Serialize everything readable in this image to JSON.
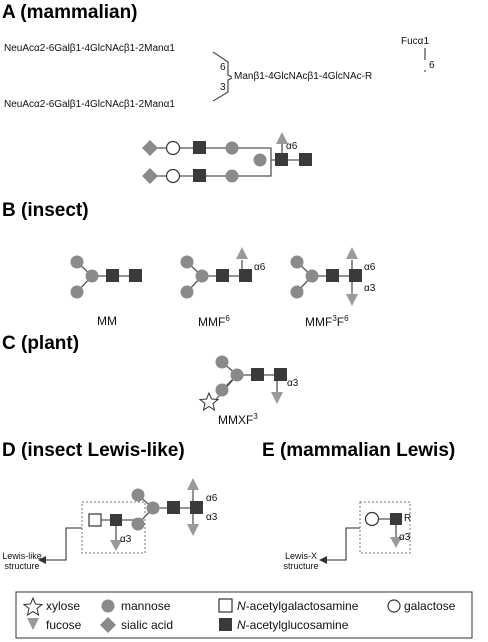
{
  "sections": {
    "a": "A (mammalian)",
    "b": "B (insect)",
    "c": "C (plant)",
    "d": "D (insect Lewis-like)",
    "e": "E (mammalian Lewis)"
  },
  "formula": {
    "upper_arm": "NeuAcα2-6Galβ1-4GlcNAcβ1-2Manα1",
    "lower_arm": "NeuAcα2-6Galβ1-4GlcNAcβ1-2Manα1",
    "core": "Manβ1-4GlcNAcβ1-4GlcNAc-R",
    "fucose": "Fucα1",
    "pos_6_branch": "6",
    "pos_3_branch": "3",
    "pos_6_fuc": "6"
  },
  "linkage_labels": {
    "a6": "α6",
    "a3": "α3"
  },
  "structure_names": {
    "mm": "MM",
    "mmf6_base": "MMF",
    "mmf6_sup": "6",
    "mmf3f6_base": "MMF",
    "mmf3f6_sup1": "3",
    "mmf3f6_mid": "F",
    "mmf3f6_sup2": "6",
    "mmxf3_base": "MMXF",
    "mmxf3_sup": "3"
  },
  "callouts": {
    "lewis_like_line1": "Lewis-like",
    "lewis_like_line2": "structure",
    "lewis_x_line1": "Lewis-X",
    "lewis_x_line2": "structure",
    "reducing_end": "R"
  },
  "legend": {
    "xylose": "xylose",
    "fucose": "fucose",
    "mannose": "mannose",
    "sialic_acid": "sialic acid",
    "galnac_prefix": "N",
    "galnac_rest": "-acetylgalactosamine",
    "glcnac_prefix": "N",
    "glcnac_rest": "-acetylglucosamine",
    "galactose": "galactose"
  },
  "colors": {
    "mannose": "#8a8a8a",
    "glcnac": "#3a3a3a",
    "fucose": "#9a9a9a",
    "sialic": "#8a8a8a",
    "line": "#555555"
  }
}
